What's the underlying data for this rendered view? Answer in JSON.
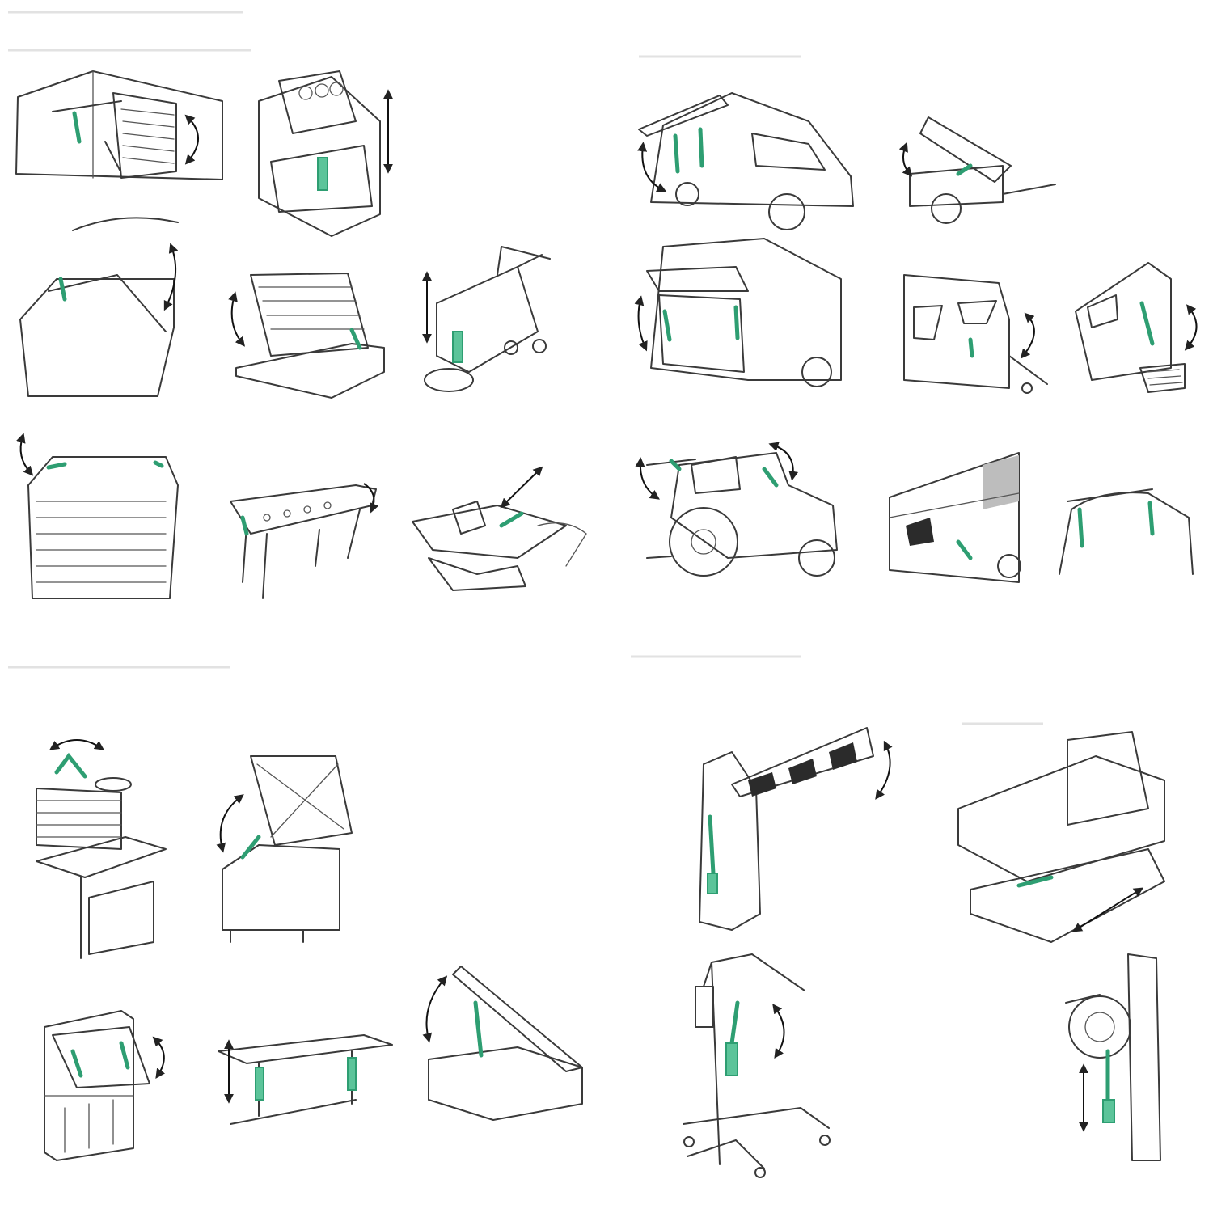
{
  "colors": {
    "background": "#ffffff",
    "line": "#3a3a3a",
    "actuator": "#2e9e72",
    "actuator_fill": "#5cc49a"
  },
  "illustrations": [
    {
      "id": "warehouse-door"
    },
    {
      "id": "aquarium-cabinet"
    },
    {
      "id": "food-truck-hatch"
    },
    {
      "id": "trailer-tipping-lid"
    },
    {
      "id": "display-counter"
    },
    {
      "id": "storage-bed"
    },
    {
      "id": "floor-scrubber"
    },
    {
      "id": "bus-rear-door"
    },
    {
      "id": "camper-trailer-hatch"
    },
    {
      "id": "van-step"
    },
    {
      "id": "market-stall"
    },
    {
      "id": "foosball-table"
    },
    {
      "id": "roller-conveyor"
    },
    {
      "id": "tractor-cab"
    },
    {
      "id": "bus-side-flap"
    },
    {
      "id": "car-roof"
    },
    {
      "id": "adjustable-workbench"
    },
    {
      "id": "tilting-kettle"
    },
    {
      "id": "barrier-gate"
    },
    {
      "id": "hospital-bed"
    },
    {
      "id": "cabinet-flap"
    },
    {
      "id": "lift-desk"
    },
    {
      "id": "floor-hatch"
    },
    {
      "id": "patient-lift"
    },
    {
      "id": "wall-valve"
    }
  ]
}
